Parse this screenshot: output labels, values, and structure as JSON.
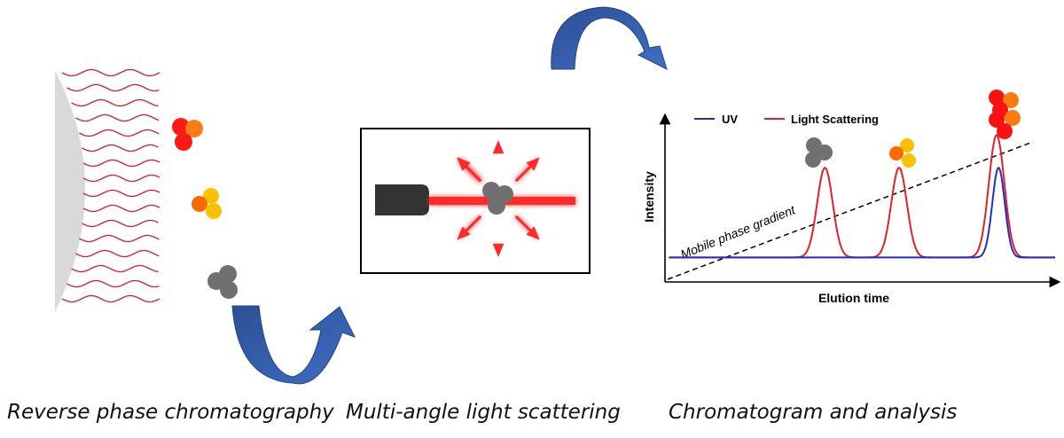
{
  "panels": {
    "left_caption": "Reverse phase chromatography",
    "middle_caption": "Multi-angle light scattering",
    "right_caption": "Chromatogram and analysis"
  },
  "chart_data": {
    "type": "line",
    "title": "",
    "xlabel": "Elution time",
    "ylabel": "Intensity",
    "annotation": "Mobile phase gradient",
    "legend_position": "top-left",
    "legend": [
      "UV",
      "Light Scattering"
    ],
    "baseline": 0.15,
    "series": [
      {
        "name": "UV",
        "color": "#1f2fbf",
        "peaks": [
          {
            "x": 8.55,
            "height": 0.55,
            "width": 0.16
          }
        ]
      },
      {
        "name": "Light Scattering",
        "color": "#e0202a",
        "peaks": [
          {
            "x": 4.1,
            "height": 0.55,
            "width": 0.2
          },
          {
            "x": 6.0,
            "height": 0.55,
            "width": 0.2
          },
          {
            "x": 8.5,
            "height": 0.75,
            "width": 0.2
          }
        ]
      }
    ],
    "xlim": [
      0,
      10
    ],
    "ylim": [
      0,
      1
    ]
  },
  "colors": {
    "wave": "#d8202a",
    "bead": "#d9d9d9",
    "arrow": "#2e5aa8",
    "laser": "#ff2a2a",
    "gray_cluster": "#707070",
    "orange": "#ff6a00",
    "yellow": "#ffc000",
    "red": "#ff1010"
  }
}
